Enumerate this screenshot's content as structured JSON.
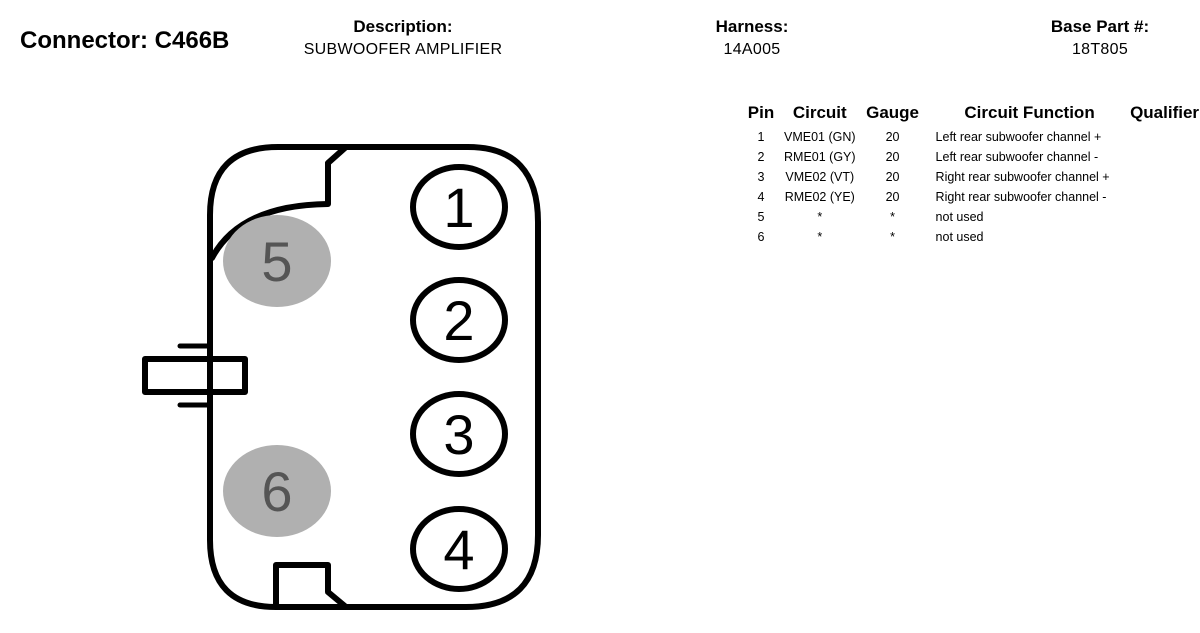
{
  "header": {
    "connector": "Connector: C466B",
    "description_label": "Description:",
    "description_value": "SUBWOOFER AMPLIFIER",
    "harness_label": "Harness:",
    "harness_value": "14A005",
    "base_part_label": "Base Part #:",
    "base_part_value": "18T805"
  },
  "table": {
    "columns": [
      "Pin",
      "Circuit",
      "Gauge",
      "Circuit Function",
      "Qualifier"
    ],
    "rows": [
      {
        "pin": "1",
        "circuit": "VME01 (GN)",
        "gauge": "20",
        "function": "Left rear subwoofer channel +",
        "qualifier": ""
      },
      {
        "pin": "2",
        "circuit": "RME01 (GY)",
        "gauge": "20",
        "function": "Left rear subwoofer channel -",
        "qualifier": ""
      },
      {
        "pin": "3",
        "circuit": "VME02 (VT)",
        "gauge": "20",
        "function": "Right rear subwoofer channel +",
        "qualifier": ""
      },
      {
        "pin": "4",
        "circuit": "RME02 (YE)",
        "gauge": "20",
        "function": "Right rear subwoofer channel -",
        "qualifier": ""
      },
      {
        "pin": "5",
        "circuit": "*",
        "gauge": "*",
        "function": "not used",
        "qualifier": ""
      },
      {
        "pin": "6",
        "circuit": "*",
        "gauge": "*",
        "function": "not used",
        "qualifier": ""
      }
    ]
  },
  "diagram": {
    "pins": [
      {
        "label": "1",
        "used": true
      },
      {
        "label": "2",
        "used": true
      },
      {
        "label": "3",
        "used": true
      },
      {
        "label": "4",
        "used": true
      },
      {
        "label": "5",
        "used": false
      },
      {
        "label": "6",
        "used": false
      }
    ],
    "colors": {
      "outline": "#000000",
      "unused_fill": "#b0b0b0",
      "unused_text": "#555555"
    }
  }
}
